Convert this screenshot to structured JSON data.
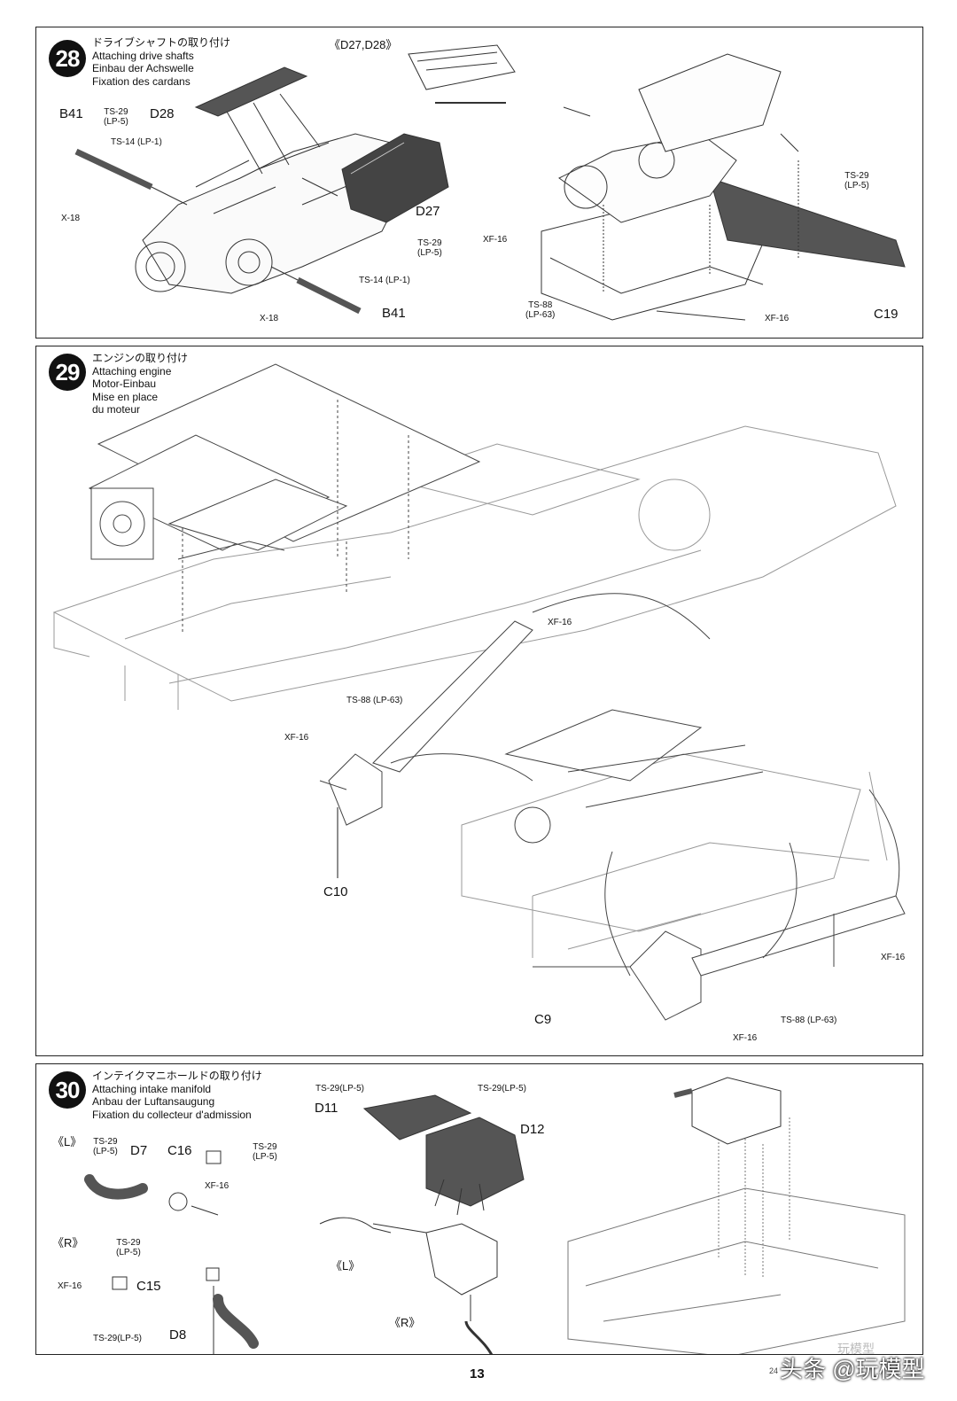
{
  "steps": [
    {
      "number": "28",
      "title_jp": "ドライブシャフトの取り付け",
      "title_en": "Attaching drive shafts",
      "title_de": "Einbau der Achswelle",
      "title_fr": "Fixation des cardans",
      "labels": {
        "inset": "《D27,D28》",
        "b41_top": "B41",
        "ts29_a": "TS-29",
        "lp5_a": "(LP-5)",
        "d28": "D28",
        "ts14_a": "TS-14 (LP-1)",
        "x18_a": "X-18",
        "d27": "D27",
        "ts29_b": "TS-29",
        "lp5_b": "(LP-5)",
        "ts14_b": "TS-14 (LP-1)",
        "x18_b": "X-18",
        "b41_bottom": "B41",
        "ts29_c": "TS-29",
        "lp5_c": "(LP-5)",
        "xf16_a": "XF-16",
        "ts88": "TS-88",
        "lp63": "(LP-63)",
        "xf16_b": "XF-16",
        "c19": "C19"
      }
    },
    {
      "number": "29",
      "title_jp": "エンジンの取り付け",
      "title_en": "Attaching engine",
      "title_de": "Motor-Einbau",
      "title_fr": "Mise en place",
      "title_fr2": "du moteur",
      "labels": {
        "xf16_a": "XF-16",
        "ts88_a": "TS-88 (LP-63)",
        "xf16_b": "XF-16",
        "c10": "C10",
        "xf16_c": "XF-16",
        "ts88_b": "TS-88 (LP-63)",
        "c9": "C9",
        "xf16_d": "XF-16"
      }
    },
    {
      "number": "30",
      "title_jp": "インテイクマニホールドの取り付け",
      "title_en": "Attaching intake manifold",
      "title_de": "Anbau der Luftansaugung",
      "title_fr": "Fixation du collecteur d'admission",
      "labels": {
        "ts29lp5_a": "TS-29(LP-5)",
        "ts29lp5_b": "TS-29(LP-5)",
        "d11": "D11",
        "d12": "D12",
        "L1": "《L》",
        "ts29_a": "TS-29",
        "lp5_a": "(LP-5)",
        "d7": "D7",
        "c16": "C16",
        "ts29_b": "TS-29",
        "lp5_b": "(LP-5)",
        "xf16_a": "XF-16",
        "R1": "《R》",
        "ts29_c": "TS-29",
        "lp5_c": "(LP-5)",
        "xf16_b": "XF-16",
        "c15": "C15",
        "ts29lp5_c": "TS-29(LP-5)",
        "d8": "D8",
        "L2": "《L》",
        "R2": "《R》"
      }
    }
  ],
  "page_number": "13",
  "footer_code": "24",
  "watermark": "头条 @玩模型",
  "watermark_under": "玩模型"
}
